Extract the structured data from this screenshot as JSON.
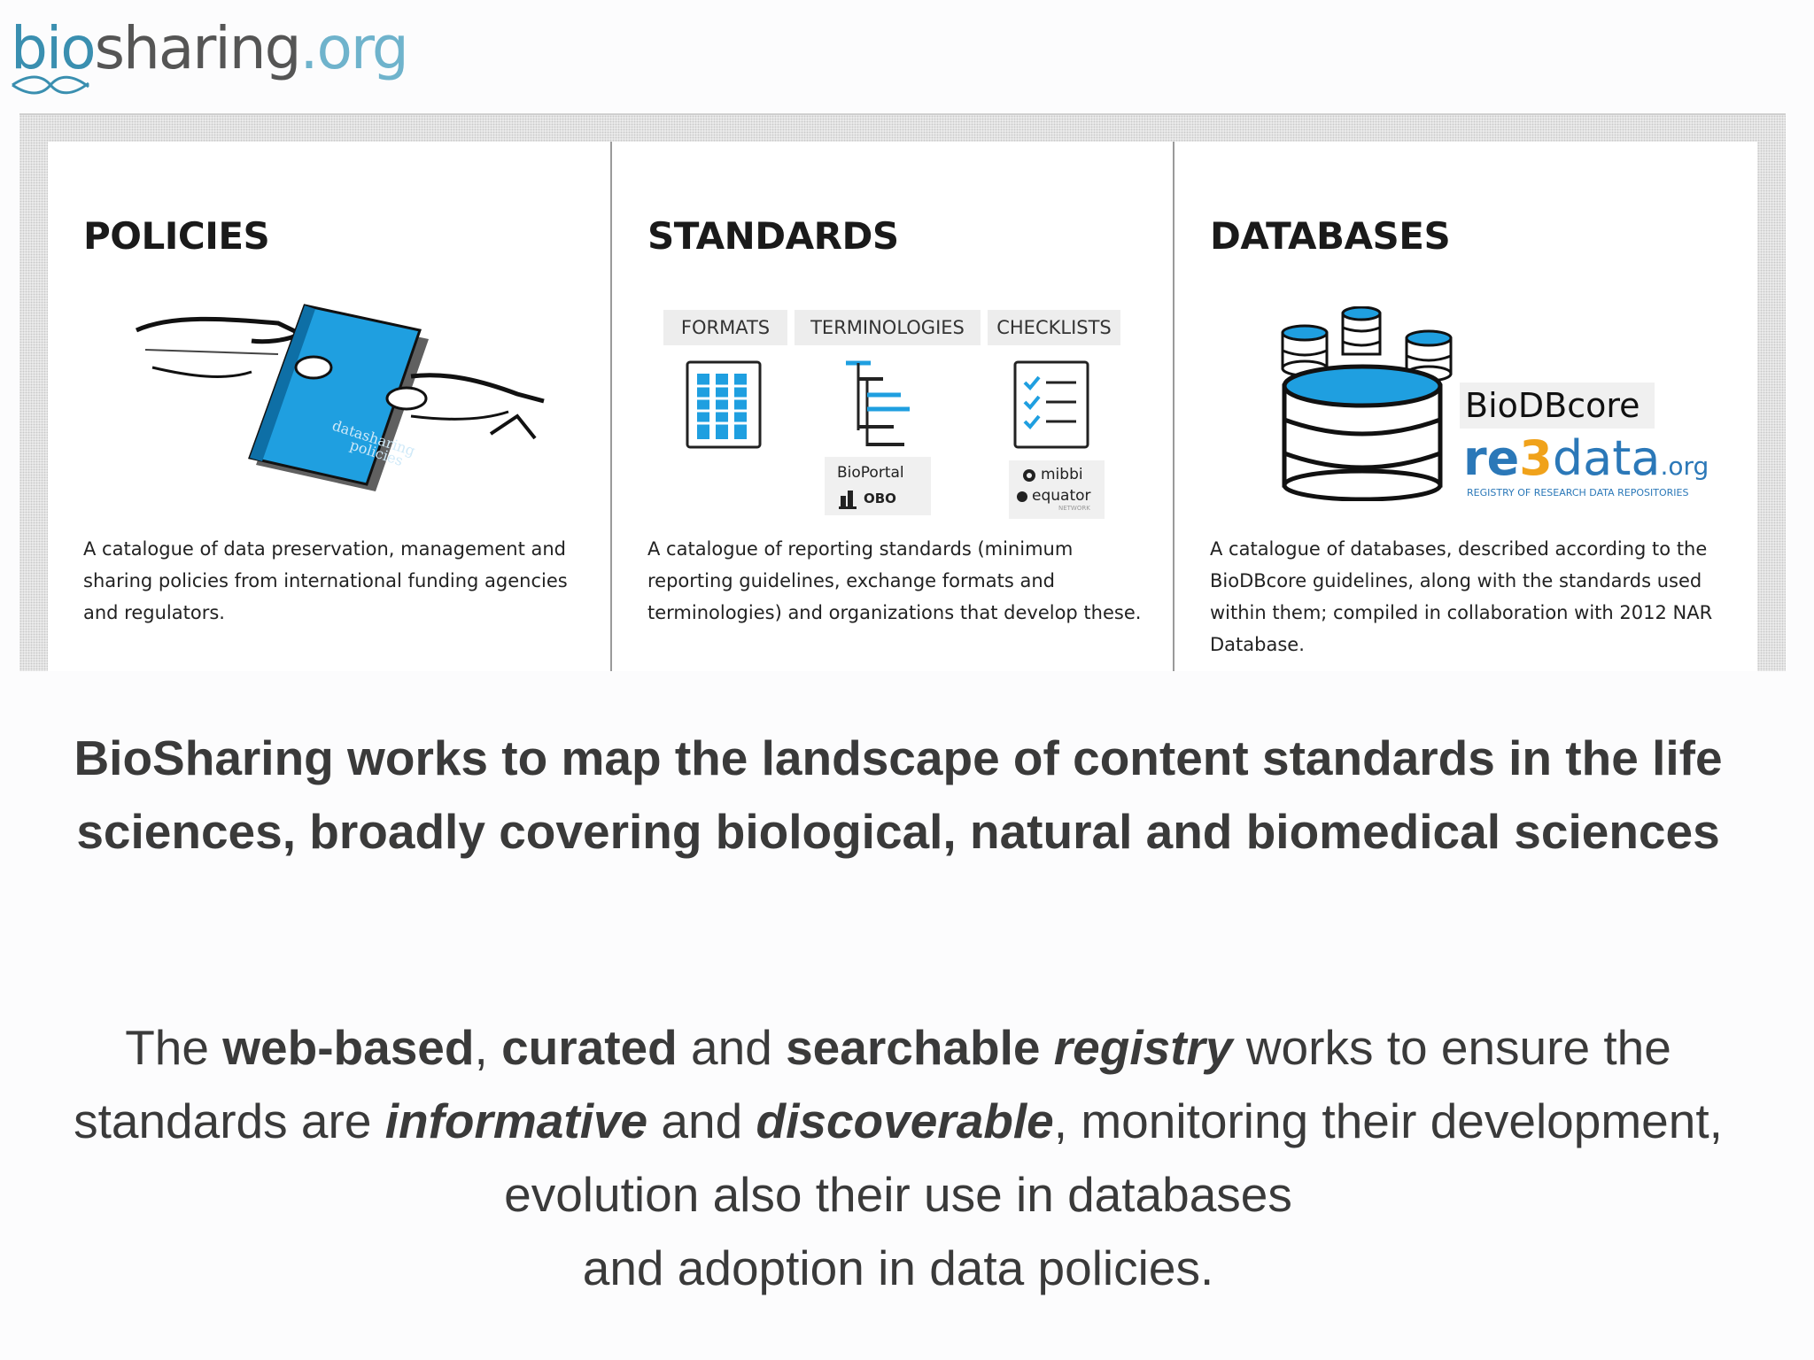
{
  "logo": {
    "part1": "bio",
    "part2": "sharing",
    "part3": ".org"
  },
  "columns": [
    {
      "title": "POLICIES",
      "image_caption_line1": "datasharing",
      "image_caption_line2": "policies",
      "description": "A catalogue of data preservation, management and sharing policies from international funding agencies and regulators."
    },
    {
      "title": "STANDARDS",
      "tabs": [
        "FORMATS",
        "TERMINOLOGIES",
        "CHECKLISTS"
      ],
      "bioportal": "BioPortal",
      "obo": "OBO",
      "mibbi": "mibbi",
      "equator": "equator",
      "equator_sub": "NETWORK",
      "description": "A catalogue of reporting standards (minimum reporting guidelines, exchange formats and terminologies) and organizations that develop these."
    },
    {
      "title": "DATABASES",
      "biodbcore": "BioDBcore",
      "re3data_re": "re",
      "re3data_3": "3",
      "re3data_data": "data",
      "re3data_org": ".org",
      "re3data_sub": "REGISTRY OF RESEARCH DATA REPOSITORIES",
      "description": "A catalogue of databases, described according to the BioDBcore guidelines, along with the standards used within them; compiled in collaboration with 2012 NAR Database."
    }
  ],
  "headline": "BioSharing works to map the landscape of content standards in the life sciences, broadly covering biological, natural and biomedical sciences",
  "body": {
    "t1": "The ",
    "b1": "web-based",
    "t2": ", ",
    "b2": "curated",
    "t3": " and ",
    "b3": "searchable ",
    "bi1": "registry",
    "t4": " works to ensure the standards are ",
    "bi2": "informative",
    "t5": " and ",
    "bi3": "discoverable",
    "t6": ", monitoring their development, evolution also their use in databases",
    "t7": "and adoption in data policies."
  },
  "colors": {
    "accent_blue": "#1f9fe0",
    "logo_blue": "#3a8fb0",
    "text_dark": "#3a3a3a"
  }
}
